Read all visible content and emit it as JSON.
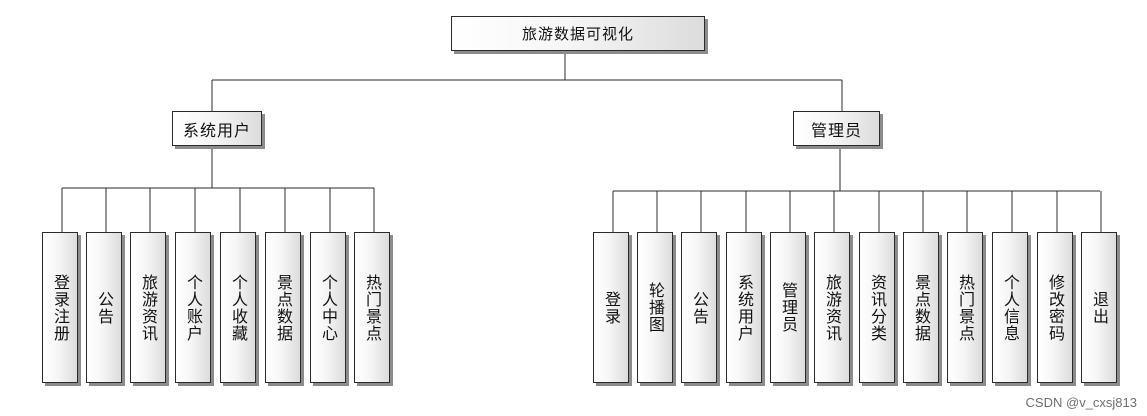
{
  "root": {
    "label": "旅游数据可视化"
  },
  "branches": [
    {
      "label": "系统用户",
      "children": [
        "登录注册",
        "公告",
        "旅游资讯",
        "个人账户",
        "个人收藏",
        "景点数据",
        "个人中心",
        "热门景点"
      ]
    },
    {
      "label": "管理员",
      "children": [
        "登录",
        "轮播图",
        "公告",
        "系统用户",
        "管理员",
        "旅游资讯",
        "资讯分类",
        "景点数据",
        "热门景点",
        "个人信息",
        "修改密码",
        "退出"
      ]
    }
  ],
  "watermark": "CSDN @v_cxsj813"
}
